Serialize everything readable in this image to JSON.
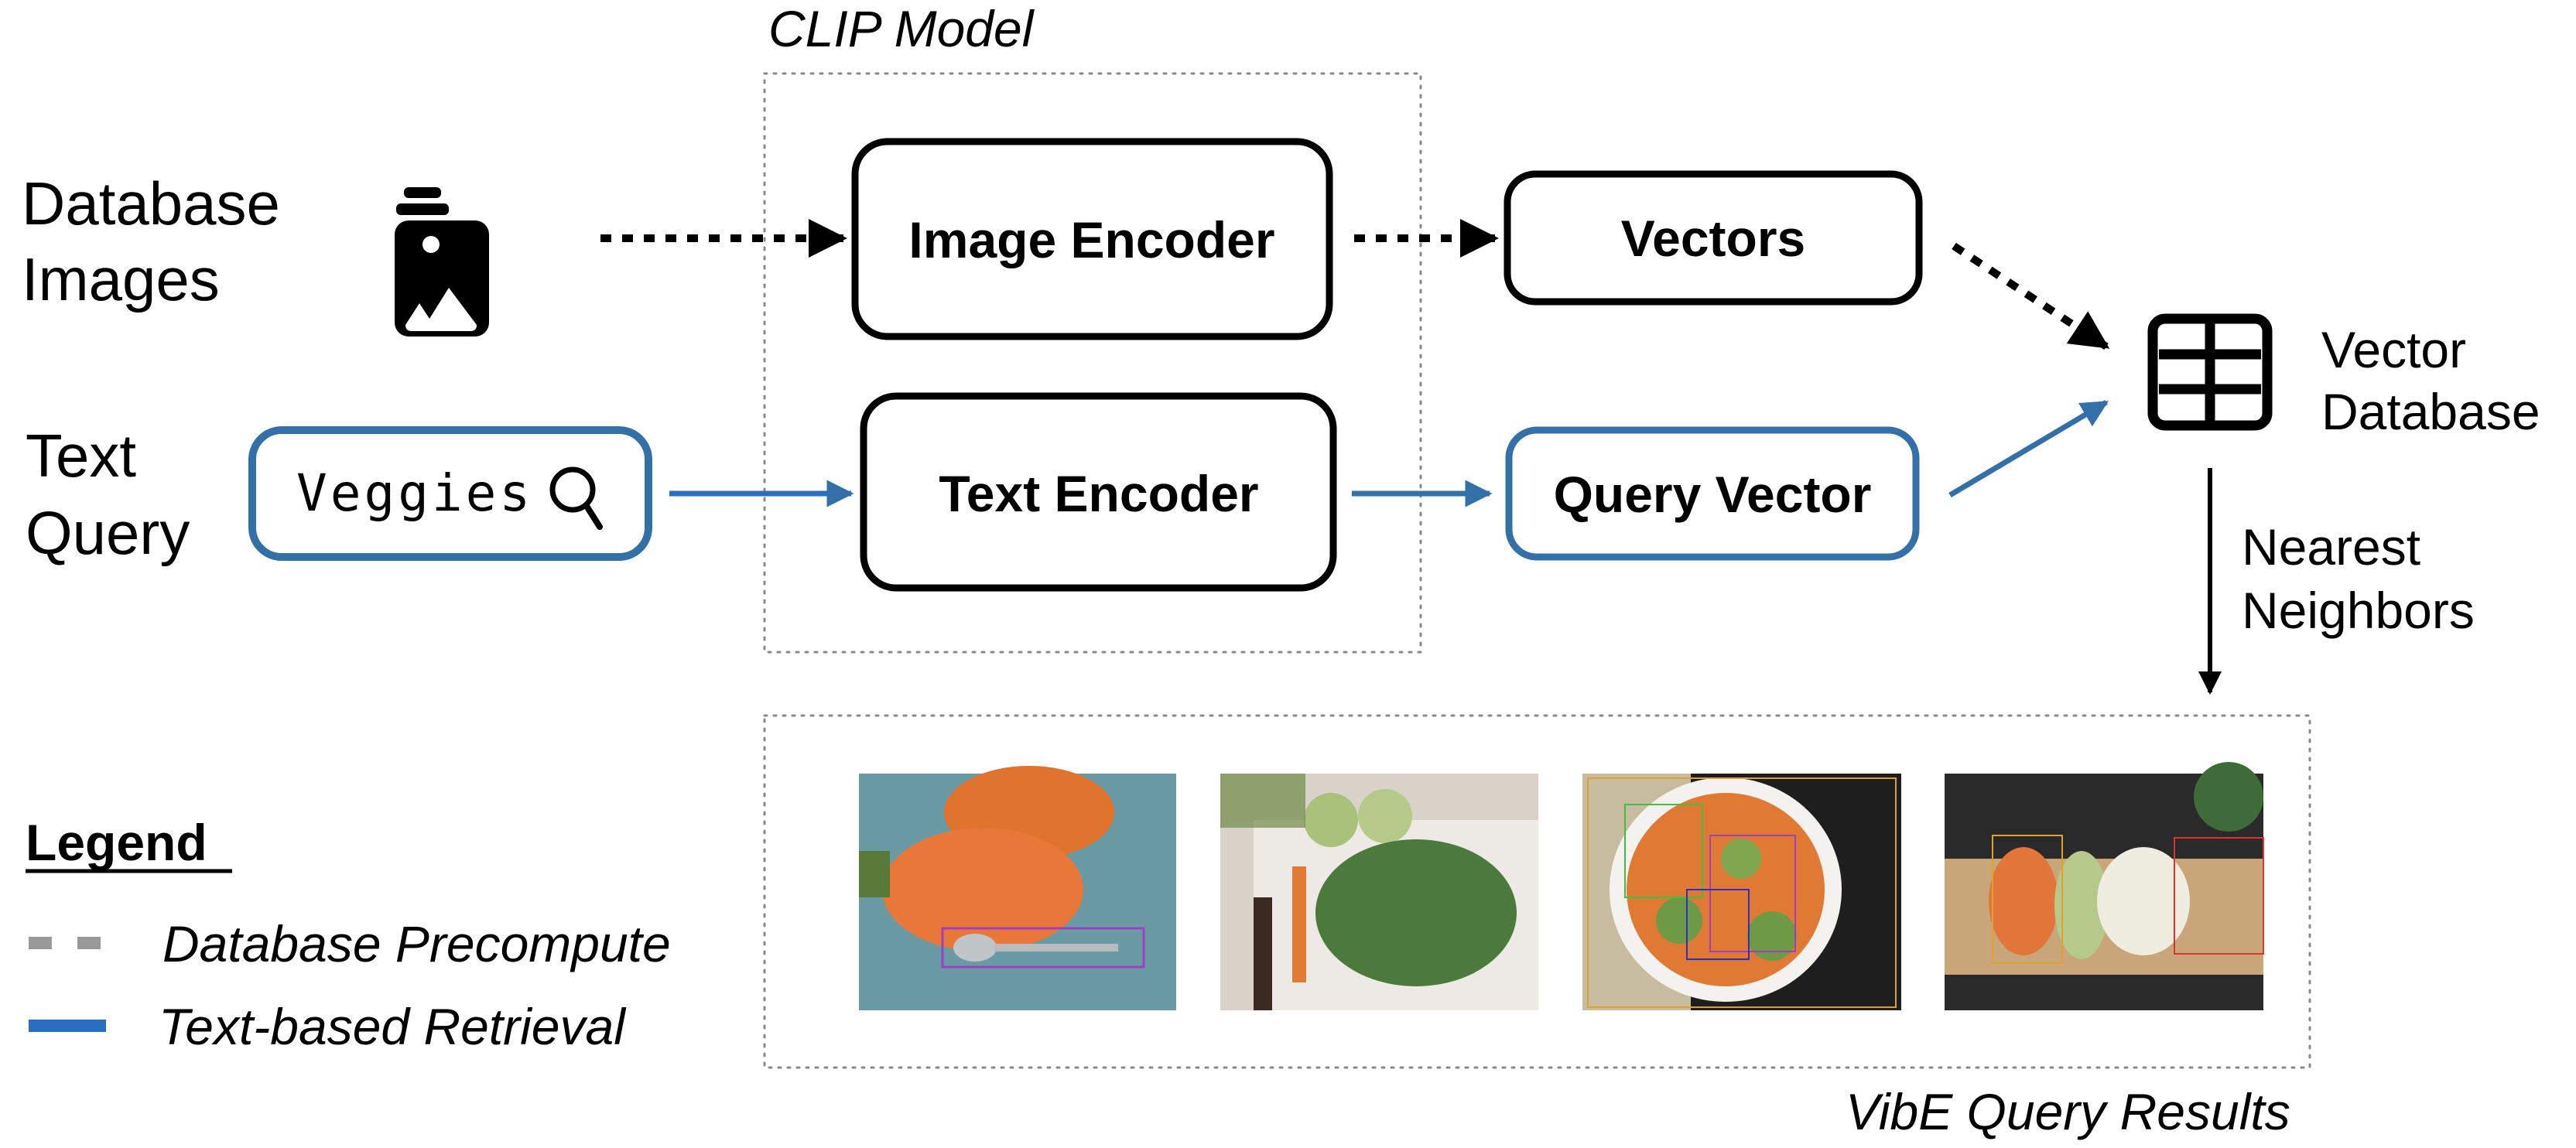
{
  "inputs": {
    "database_images": {
      "line1": "Database",
      "line2": "Images",
      "icon": "image-stack-icon"
    },
    "text_query": {
      "line1": "Text",
      "line2": "Query",
      "query_value": "Veggies",
      "icon": "search-icon"
    }
  },
  "clip_model": {
    "title": "CLIP Model",
    "image_encoder": "Image Encoder",
    "text_encoder": "Text Encoder"
  },
  "outputs": {
    "vectors": "Vectors",
    "query_vector": "Query Vector"
  },
  "vector_database": {
    "line1": "Vector",
    "line2": "Database",
    "icon": "table-grid-icon"
  },
  "nearest_neighbors": {
    "line1": "Nearest",
    "line2": "Neighbors"
  },
  "results": {
    "title": "VibE Query Results",
    "images": [
      {
        "name": "result-image-carrots-spoon",
        "description": "Two large carrots with a spoon on a blue surface"
      },
      {
        "name": "result-image-carrots-greens",
        "description": "Carrots, kohlrabi and chopped greens on a cutting board"
      },
      {
        "name": "result-image-veggie-bowl",
        "description": "Bowl of carrots and broccoli with detection boxes"
      },
      {
        "name": "result-image-chopped-veggies",
        "description": "Chopped carrots, celery and onion on a wooden board"
      }
    ]
  },
  "legend": {
    "title": "Legend",
    "items": [
      {
        "label": "Database Precompute",
        "style": "dashed",
        "color": "#999999"
      },
      {
        "label": "Text-based Retrieval",
        "style": "solid",
        "color": "#2a6ebf"
      }
    ]
  },
  "colors": {
    "blue": "#3370a8",
    "blue_arrow": "#2a6ebf",
    "black": "#000000",
    "dotted_border": "#888888"
  }
}
